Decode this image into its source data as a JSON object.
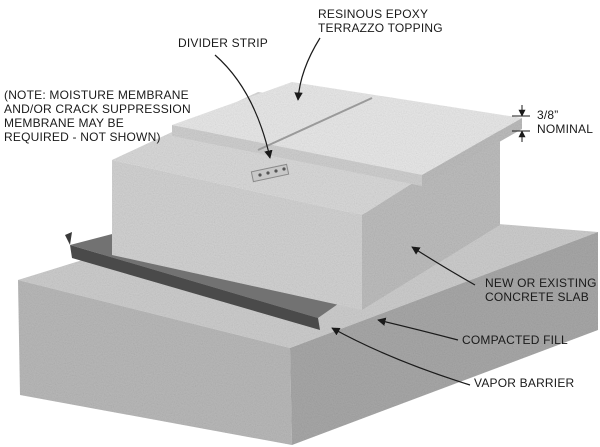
{
  "labels": {
    "resinous": [
      "RESINOUS EPOXY",
      "TERRAZZO TOPPING"
    ],
    "divider": "DIVIDER STRIP",
    "note": [
      "(NOTE: MOISTURE MEMBRANE",
      "AND/OR CRACK SUPPRESSION",
      "MEMBRANE MAY BE",
      "REQUIRED - NOT SHOWN)"
    ],
    "thickness": [
      "3/8”",
      "NOMINAL"
    ],
    "slab": [
      "NEW OR EXISTING",
      "CONCRETE SLAB"
    ],
    "fill": "COMPACTED FILL",
    "vapor": "VAPOR BARRIER"
  },
  "colors": {
    "ink": "#1a1a1a",
    "topping_top": "#e6e6e6",
    "slab_front": "#d2d2d2",
    "fill_top": "#c9c9c9",
    "barrier": "#6f6f6f"
  }
}
